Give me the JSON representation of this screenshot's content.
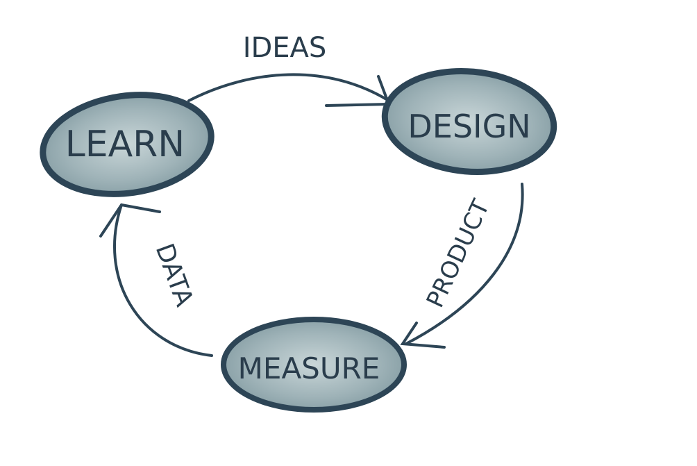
{
  "nodes": {
    "learn": "LEARN",
    "design": "DESIGN",
    "measure": "MEASURE"
  },
  "edges": {
    "ideas": "IDEAS",
    "product": "PRODUCT",
    "data": "DATA"
  },
  "colors": {
    "stroke": "#2d4556",
    "fill": "#9fb3b8"
  }
}
